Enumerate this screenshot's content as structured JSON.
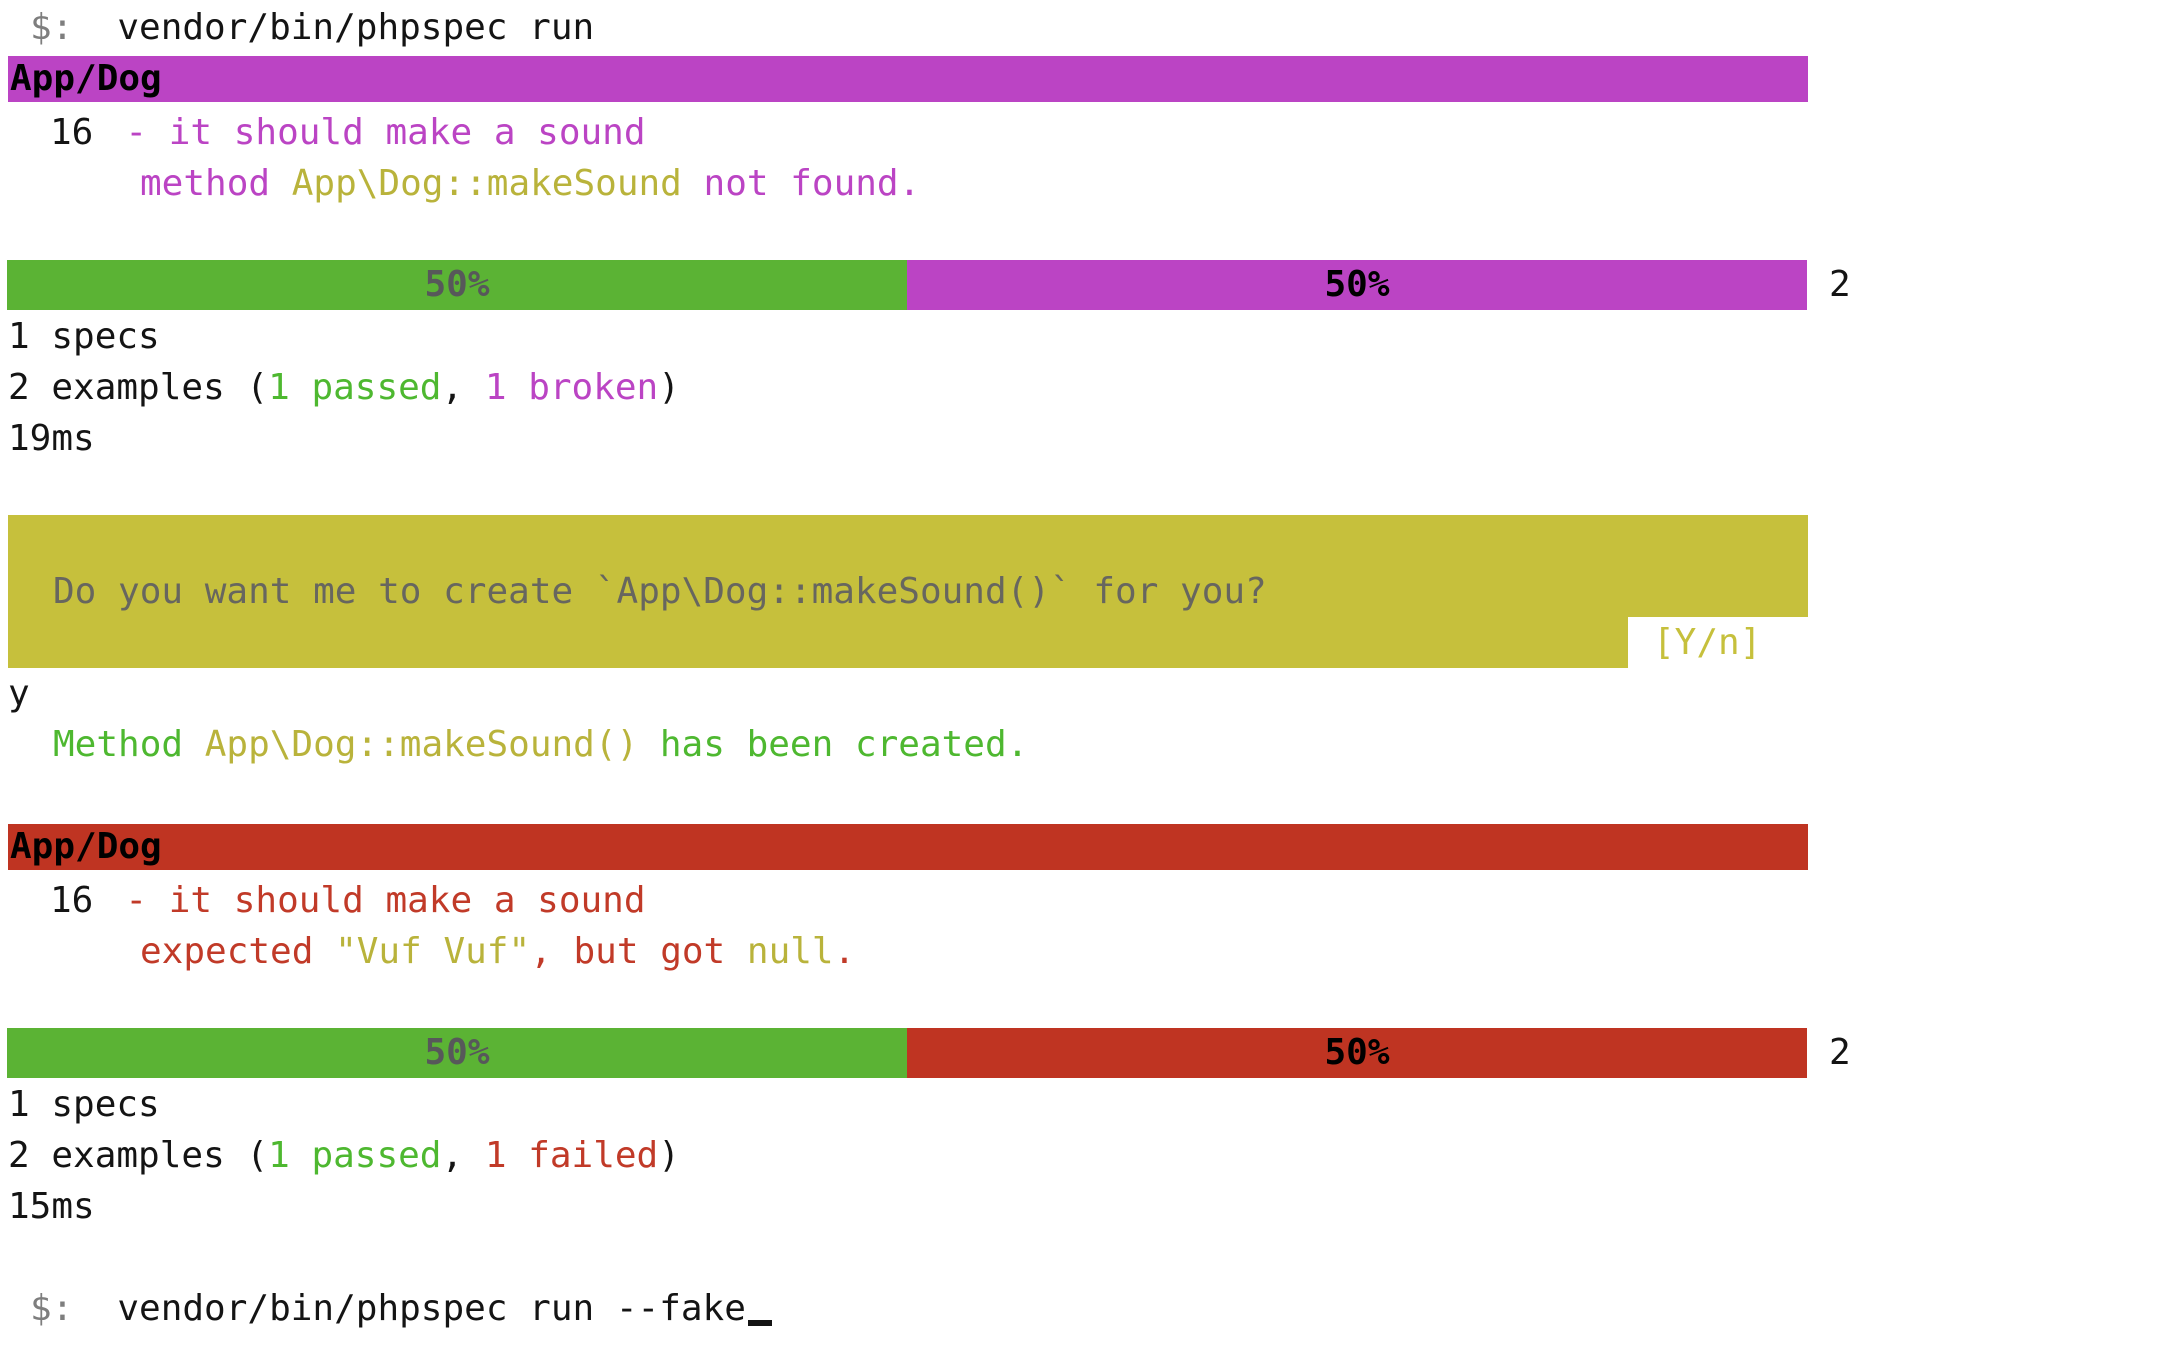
{
  "colors": {
    "magenta": "#bb44c4",
    "green": "#5bb334",
    "green_text": "#4eb830",
    "red": "#bf3422",
    "red_text": "#c13a28",
    "olive": "#c6c03c",
    "olive_text": "#b9b33b",
    "gray": "#7e7e7e",
    "question_gray": "#67665f",
    "label_gray": "#57585a",
    "black": "#000000"
  },
  "terminal": {
    "prompt_symbol": "$:",
    "command1": "vendor/bin/phpspec run",
    "command2": "vendor/bin/phpspec run --fake",
    "run1": {
      "suite": "App/Dog",
      "num": "16",
      "title": "- it should make a sound",
      "err_pre": "method ",
      "err_sym": "App\\Dog::makeSound",
      "err_post": " not found.",
      "pct_left": "50%",
      "pct_right": "50%",
      "count": "2",
      "specs": "1 specs",
      "ex_pre": "2 examples (",
      "ex_passed": "1 passed",
      "ex_sep": ", ",
      "ex_fail": "1 broken",
      "ex_post": ")",
      "time": "19ms"
    },
    "question": {
      "text": "Do you want me to create `App\\Dog::makeSound()` for you?",
      "hint": "[Y/n]",
      "answer": "y"
    },
    "created": {
      "pre": "Method ",
      "sym": "App\\Dog::makeSound()",
      "post": " has been created."
    },
    "run2": {
      "suite": "App/Dog",
      "num": "16",
      "title": "- it should make a sound",
      "err_pre": "expected ",
      "err_quote": "\"Vuf Vuf\"",
      "err_mid": ", but got ",
      "err_null": "null",
      "err_post": ".",
      "pct_left": "50%",
      "pct_right": "50%",
      "count": "2",
      "specs": "1 specs",
      "ex_pre": "2 examples (",
      "ex_passed": "1 passed",
      "ex_sep": ", ",
      "ex_fail": "1 failed",
      "ex_post": ")",
      "time": "15ms"
    }
  }
}
